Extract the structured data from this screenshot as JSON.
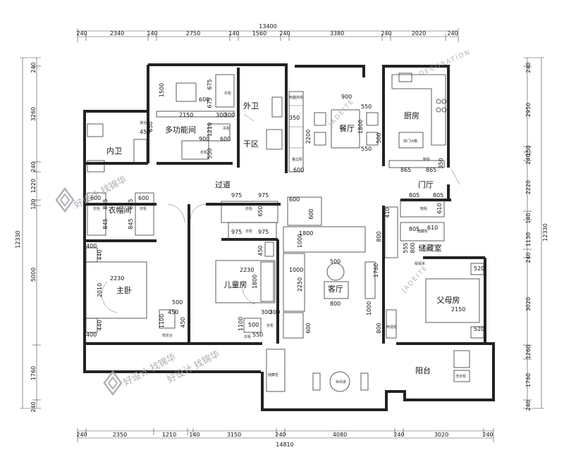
{
  "dimensions": {
    "top_total": "13400",
    "top": [
      "240",
      "2340",
      "140",
      "2750",
      "140",
      "1560",
      "240",
      "3380",
      "240",
      "2020",
      "240"
    ],
    "bottom_total": "14810",
    "bottom": [
      "240",
      "2350",
      "1210",
      "140",
      "3150",
      "240",
      "4080",
      "240",
      "3020",
      "240"
    ],
    "left_total": "12330",
    "left": [
      "240",
      "3260",
      "240",
      "1220",
      "130",
      "5000",
      "1760",
      "240"
    ],
    "right_total": "12330",
    "right": [
      "240",
      "2950",
      "150",
      "240",
      "2220",
      "140",
      "1130",
      "240",
      "3020",
      "1260",
      "1760",
      "240"
    ]
  },
  "rooms": {
    "kitchen": "厨房",
    "dining": "餐厅",
    "outer_bath": "外卫",
    "dry_area": "干区",
    "multi_room": "多功能间",
    "inner_bath": "内卫",
    "walkin_closet": "衣帽间",
    "corridor": "过道",
    "entrance": "门厅",
    "storage": "储藏室",
    "master_bed": "主卧",
    "kids_room": "儿童房",
    "living": "客厅",
    "parents_room": "父母房",
    "balcony": "阳台"
  },
  "labels": {
    "wardrobe": "衣柜",
    "hanging_cabinet": "吊柜",
    "appliance_cabinet": "电器高柜",
    "sideboard": "餐边柜",
    "shoe_cabinet": "鞋柜",
    "double_fridge": "双门冰箱",
    "washing_machine": "洗衣机",
    "laundry_cabinet": "洗衣柜",
    "storage_cabinet": "储藏柜",
    "tea_table": "休闲桌",
    "dressing_table": "梳妆台",
    "tv_cabinet": "电视柜",
    "bath_cabinet": "浴柜",
    "shower": "淋浴",
    "tatami": "榻榻米"
  },
  "numbers": {
    "n900a": "900",
    "n550a": "550",
    "n350a": "350",
    "n1800a": "1800",
    "n2200": "2200",
    "n500a": "500",
    "n550b": "550",
    "n600a": "600",
    "n865a": "865",
    "n865b": "865",
    "n350b": "350",
    "n1500": "1500",
    "n675a": "675",
    "n675b": "675",
    "n600b": "600",
    "n2150a": "2150",
    "n300a": "300",
    "n300b": "300",
    "n900b": "900",
    "n1210": "1210",
    "n600c": "600",
    "n550c": "550",
    "n850": "850",
    "n450a": "450",
    "n600d": "600",
    "n600e": "600",
    "n845a": "845",
    "n845b": "845",
    "n845c": "845",
    "n845d": "845",
    "n975a": "975",
    "n975b": "975",
    "n650": "650",
    "n600f": "600",
    "n600g": "600",
    "n975c": "975",
    "n975d": "975",
    "n805a": "805",
    "n805b": "805",
    "n410": "410",
    "n610a": "610",
    "n800a": "800",
    "n805c": "805",
    "n610b": "610",
    "n555": "555",
    "n800b": "800",
    "n1800b": "1800",
    "n1000a": "1000",
    "n450b": "450",
    "n400a": "400",
    "n440a": "440",
    "n2230a": "2230",
    "n2010": "2010",
    "n440b": "440",
    "n400b": "400",
    "n500b": "500",
    "n450c": "450",
    "n1100a": "1100",
    "n450d": "450",
    "n2230b": "2230",
    "n1800c": "1800",
    "n1000b": "1000",
    "n2250": "2250",
    "n500c": "500",
    "n800c": "800",
    "n300c": "300",
    "n300d": "300",
    "n500d": "500",
    "n1100b": "1100",
    "n550d": "550",
    "n600h": "600",
    "n1760": "1760",
    "n800d": "800",
    "n520a": "520",
    "n2150b": "2150",
    "n520b": "520",
    "n1000c": "1000"
  },
  "watermarks": {
    "brand_cn_1": "好设计 找锦华",
    "brand_cn_2": "好设计 找锦华",
    "brand_cn_3": "好设计 找锦华",
    "brand_en_1": "JADEITE",
    "brand_en_2": "JADEITE",
    "brand_en_3": "DECORATION"
  },
  "colors": {
    "wall": "#222222",
    "line": "#333333",
    "watermark": "#9aa0a8"
  }
}
